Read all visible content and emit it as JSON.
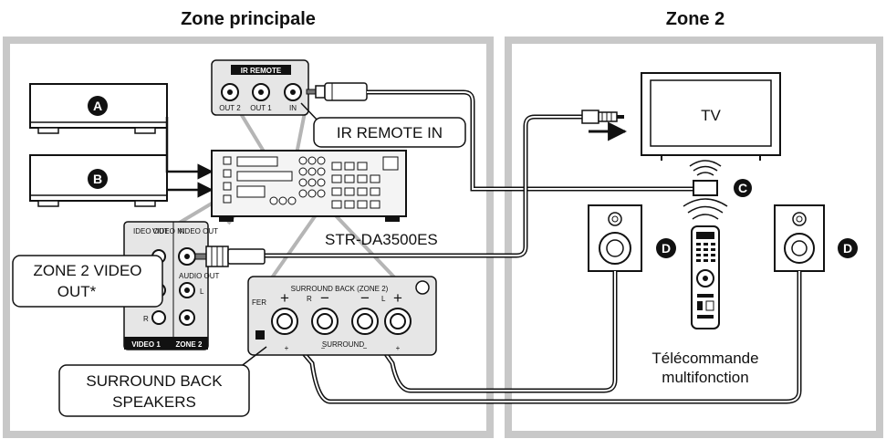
{
  "zones": {
    "main_title": "Zone principale",
    "zone2_title": "Zone 2"
  },
  "badges": {
    "a": "A",
    "b": "B",
    "c": "C",
    "d": "D"
  },
  "ir_panel": {
    "title": "IR REMOTE",
    "jack_out2": "OUT 2",
    "jack_out1": "OUT 1",
    "jack_in": "IN"
  },
  "callouts": {
    "ir_remote_in": "IR REMOTE IN",
    "zone2_video_out_line1": "ZONE 2 VIDEO",
    "zone2_video_out_line2": "OUT*",
    "surround_line1": "SURROUND BACK",
    "surround_line2": "SPEAKERS"
  },
  "receiver": {
    "model": "STR-DA3500ES"
  },
  "tv": {
    "label": "TV"
  },
  "remote": {
    "line1": "Télécommande",
    "line2": "multifonction"
  },
  "zone2_panel": {
    "video_out": "VIDEO OUT",
    "video_in": "VIDEO IN",
    "audio_out": "AUDIO OUT",
    "l": "L",
    "r": "R",
    "video1": "VIDEO 1",
    "zone2": "ZONE 2",
    "ideo_out": "IDEO OUT"
  },
  "speaker_panel": {
    "title": "SURROUND BACK (ZONE 2)",
    "r": "R",
    "l": "L",
    "surround": "SURROUND",
    "plus": "+",
    "minus": "−",
    "fer": "FER"
  },
  "colors": {
    "zone_border": "#c8c8c8",
    "line": "#111111",
    "gray_arrow": "#b5b5b5"
  }
}
